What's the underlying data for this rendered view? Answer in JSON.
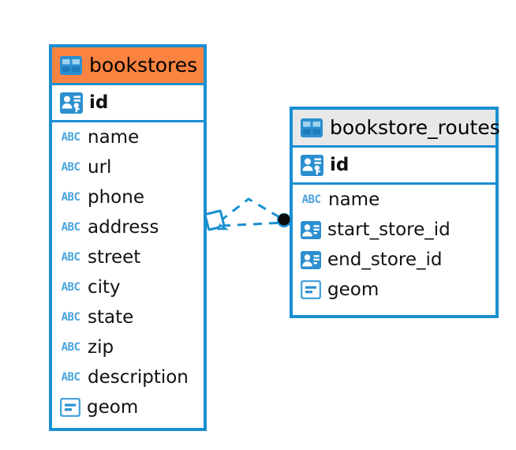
{
  "diagram": {
    "type": "entity-relationship-diagram",
    "background_color": "#ffffff",
    "accent_color": "#1a8fd1",
    "entities": [
      {
        "name": "bookstores",
        "header_color": "#fb8340",
        "header_icon": "table-icon",
        "attributes": [
          {
            "label": "id",
            "icon": "primary-key-icon",
            "key": "primary"
          },
          {
            "label": "name",
            "icon": "abc-text-icon",
            "key": "none"
          },
          {
            "label": "url",
            "icon": "abc-text-icon",
            "key": "none"
          },
          {
            "label": "phone",
            "icon": "abc-text-icon",
            "key": "none"
          },
          {
            "label": "address",
            "icon": "abc-text-icon",
            "key": "none"
          },
          {
            "label": "street",
            "icon": "abc-text-icon",
            "key": "none"
          },
          {
            "label": "city",
            "icon": "abc-text-icon",
            "key": "none"
          },
          {
            "label": "state",
            "icon": "abc-text-icon",
            "key": "none"
          },
          {
            "label": "zip",
            "icon": "abc-text-icon",
            "key": "none"
          },
          {
            "label": "description",
            "icon": "abc-text-icon",
            "key": "none"
          },
          {
            "label": "geom",
            "icon": "geometry-icon",
            "key": "none"
          }
        ]
      },
      {
        "name": "bookstore_routes",
        "header_color": "#e8e8e8",
        "header_icon": "table-icon",
        "attributes": [
          {
            "label": "id",
            "icon": "primary-key-icon",
            "key": "primary"
          },
          {
            "label": "name",
            "icon": "abc-text-icon",
            "key": "none"
          },
          {
            "label": "start_store_id",
            "icon": "foreign-key-icon",
            "key": "foreign"
          },
          {
            "label": "end_store_id",
            "icon": "foreign-key-icon",
            "key": "foreign"
          },
          {
            "label": "geom",
            "icon": "geometry-icon",
            "key": "none"
          }
        ]
      }
    ],
    "relationship": {
      "line_style": "dashed",
      "line_color": "#1a8fd1",
      "source_marker": "diamond",
      "target_marker": "filled-circle",
      "target_marker_color": "#000000"
    }
  },
  "icon_glyphs": {
    "abc_label": "ABC"
  }
}
